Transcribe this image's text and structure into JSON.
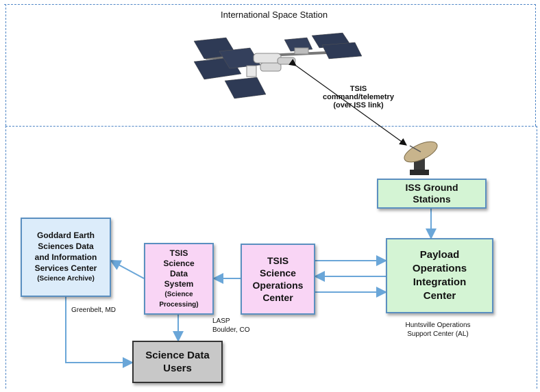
{
  "regions": {
    "space_label": "International Space Station"
  },
  "link_label": {
    "line1": "TSIS command/telemetry",
    "line2": "(over ISS link)"
  },
  "boxes": {
    "goddard": {
      "lines": [
        "Goddard Earth",
        "Sciences Data",
        "and Information",
        "Services Center"
      ],
      "sub": "(Science Archive)",
      "color": "#dcecfa"
    },
    "tsis_sds": {
      "lines": [
        "TSIS",
        "Science",
        "Data",
        "System"
      ],
      "sub_lines": [
        "(Science",
        "Processing)"
      ],
      "color": "#f9d5f5"
    },
    "tsis_soc": {
      "lines": [
        "TSIS",
        "Science",
        "Operations",
        "Center"
      ],
      "color": "#f9d5f5"
    },
    "iss_ground": {
      "lines": [
        "ISS Ground",
        "Stations"
      ],
      "color": "#d4f4d4"
    },
    "poic": {
      "lines": [
        "Payload",
        "Operations",
        "Integration",
        "Center"
      ],
      "color": "#d4f4d4"
    },
    "users": {
      "lines": [
        "Science Data",
        "Users"
      ],
      "color": "#c8c8c8"
    }
  },
  "locations": {
    "greenbelt": "Greenbelt, MD",
    "lasp_line1": "LASP",
    "lasp_line2": "Boulder, CO",
    "huntsville_line1": "Huntsville Operations",
    "huntsville_line2": "Support Center (AL)"
  },
  "colors": {
    "dash": "#4f86c6",
    "arrow": "#6aa6d8",
    "box_border": "#5a8fc0"
  }
}
